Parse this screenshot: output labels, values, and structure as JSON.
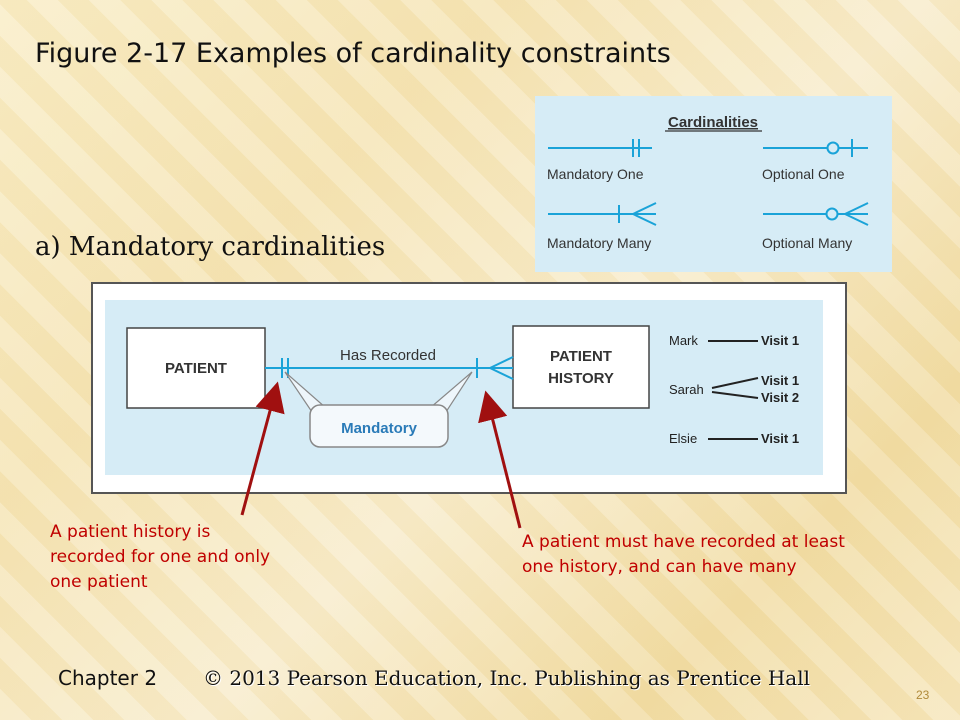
{
  "slide": {
    "title": "Figure 2-17 Examples of cardinality constraints",
    "subtitle": "a) Mandatory cardinalities",
    "note_left": "A patient history is recorded for one and only one patient",
    "note_right": "A patient must have recorded at least one history, and can have many",
    "chapter": "Chapter 2",
    "copyright": "© 2013 Pearson Education, Inc.  Publishing as Prentice Hall",
    "page_number": "23"
  },
  "legend": {
    "title": "Cardinalities",
    "items": [
      "Mandatory One",
      "Optional One",
      "Mandatory Many",
      "Optional Many"
    ]
  },
  "diagram": {
    "entity_left": "PATIENT",
    "entity_right_line1": "PATIENT",
    "entity_right_line2": "HISTORY",
    "relationship": "Has Recorded",
    "callout": "Mandatory",
    "instances": {
      "names": [
        "Mark",
        "Sarah",
        "Elsie"
      ],
      "visits": [
        "Visit 1",
        "Visit 1",
        "Visit 2",
        "Visit 1"
      ]
    }
  },
  "colors": {
    "note_text": "#c00000",
    "arrow": "#a01010",
    "panel": "#d6ecf6",
    "line": "#1aa3d8"
  }
}
